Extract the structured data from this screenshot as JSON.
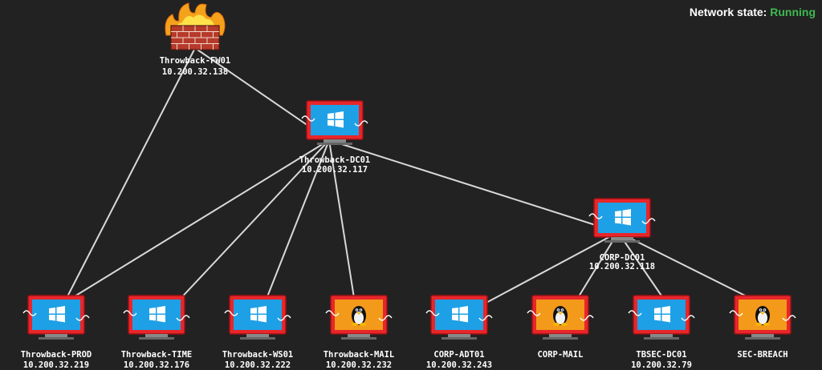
{
  "status": {
    "label": "Network state:",
    "value": "Running",
    "value_color": "#3fb950"
  },
  "colors": {
    "background": "#222222",
    "link": "#d9d9d9",
    "monitor_frame": "#e8262a",
    "screen_windows": "#1ea0e6",
    "screen_linux": "#f39a1b"
  },
  "nodes": [
    {
      "id": "fw01",
      "icon": "firewall-icon",
      "name": "Throwback-FW01",
      "ip": "10.200.32.138"
    },
    {
      "id": "dc01",
      "icon": "windows-icon",
      "name": "Throwback-DC01",
      "ip": "10.200.32.117"
    },
    {
      "id": "corpdc",
      "icon": "windows-icon",
      "name": "CORP-DC01",
      "ip": "10.200.32.118"
    },
    {
      "id": "prod",
      "icon": "windows-icon",
      "name": "Throwback-PROD",
      "ip": "10.200.32.219"
    },
    {
      "id": "time",
      "icon": "windows-icon",
      "name": "Throwback-TIME",
      "ip": "10.200.32.176"
    },
    {
      "id": "ws01",
      "icon": "windows-icon",
      "name": "Throwback-WS01",
      "ip": "10.200.32.222"
    },
    {
      "id": "mail",
      "icon": "linux-icon",
      "name": "Throwback-MAIL",
      "ip": "10.200.32.232"
    },
    {
      "id": "adt01",
      "icon": "windows-icon",
      "name": "CORP-ADT01",
      "ip": "10.200.32.243"
    },
    {
      "id": "cmail",
      "icon": "linux-icon",
      "name": "CORP-MAIL",
      "ip": ""
    },
    {
      "id": "tbsec",
      "icon": "windows-icon",
      "name": "TBSEC-DC01",
      "ip": "10.200.32.79"
    },
    {
      "id": "breach",
      "icon": "linux-icon",
      "name": "SEC-BREACH",
      "ip": ""
    }
  ],
  "links": [
    [
      "fw01",
      "dc01"
    ],
    [
      "fw01",
      "prod"
    ],
    [
      "dc01",
      "prod"
    ],
    [
      "dc01",
      "time"
    ],
    [
      "dc01",
      "ws01"
    ],
    [
      "dc01",
      "mail"
    ],
    [
      "dc01",
      "corpdc"
    ],
    [
      "corpdc",
      "adt01"
    ],
    [
      "corpdc",
      "cmail"
    ],
    [
      "corpdc",
      "tbsec"
    ],
    [
      "corpdc",
      "breach"
    ]
  ]
}
